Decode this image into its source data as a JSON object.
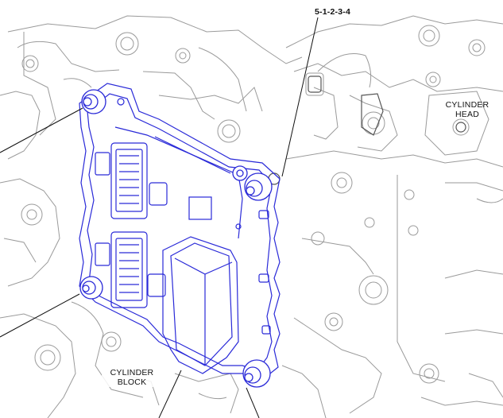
{
  "labels": {
    "bolt_sequence": "5-1-2-3-4",
    "cylinder_head_line1": "CYLINDER",
    "cylinder_head_line2": "HEAD",
    "cylinder_block_line1": "CYLINDER",
    "cylinder_block_line2": "BLOCK"
  },
  "colors": {
    "module": "#2a2ad8",
    "engine": "#9a9a9a",
    "engine_dark": "#555555",
    "leader": "#111111",
    "background": "#ffffff"
  },
  "icons": {
    "module": "electronic-control-module",
    "bolt": "mounting-bolt"
  }
}
